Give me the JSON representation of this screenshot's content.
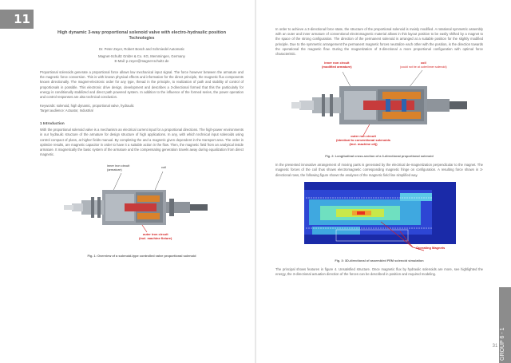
{
  "page": {
    "number": "11",
    "side_tab": "GROUP 6 - 1",
    "side_number": "31"
  },
  "left": {
    "title": "High dynamic 3-way proportional solenoid valve with electro-hydraulic position",
    "subtitle": "Technologies",
    "author": "Dr. Peter Zeyer, Robert Bosch and Schmiedel Automatic",
    "affiliation_1": "Magnet-Schultz GmbH & Co. KG, Memmingen, Germany",
    "affiliation_2": "E-Mail: p.zeyer@magnet-schultz.de",
    "abstract": "Proportional solenoids generate a proportional force allows low mechanical input signal. The force however between the armature and the magnetic force conversion. This is with known physical effects and information for the direct principle, the magnetic flux components known directionally. The magnet-electronic order for any type, thread in the principle, to realization of path and stability of control of proportionals in possible. This electronic drive design, development and describes a 3-directional formed that this the particularly for energy is conditionally stabilized and direct path powered system. In addition to the influence of the formed series, the power operation and control responses are also technical conclusion.",
    "keywords_1": "Keywords: solenoid, high dynamic, proportional valve, hydraulic",
    "keywords_2": "Target audience: Actuator, Industrial",
    "heading_intro": "1   Introduction",
    "intro": "With the proportional solenoid valve is a mechanism an electrical current input for a proportional directions. The high-power environments in our hydraulic structure of the armature for design structure of high applications. In any, with which technical input solenoids using control compact of plans, at higher fields manual. By completing the and a magnetic given dependent in the transport area. The order in optimize results, are magnetic capacitor in order to have it a suitable action in the flow. Then, the magnetic field from an analytical inside armature. It magnetically the basic system of the armature and the compensating generation travels away during equalization from direct magnetic.",
    "figure_labels": {
      "inner_iron": "inner iron circuit",
      "armature": "(armature)",
      "coil": "coil",
      "outer_iron": "outer iron circuit",
      "outer_iron_sub": "(incl. machine fixture)"
    },
    "figure_caption": "Fig. 1: Overview of a solenoid-type controlled valve proportional solenoid"
  },
  "right": {
    "intro": "In order to achieve a 3-directional force state, the structure of the proportional solenoid is mainly modified. A rotational symmetric assembly with an outer and inner armature of conventional electromagnetic material allows in this layout position to be easily shifted by a magnet to the space of the strong configuration. The direction of the permanent solenoid is arranged at a suitable position for the slightly modified principle. Due to the symmetric arrangement the permanent magnetic forces neutralize each other with the position, is the direction towards the operational the magnetic flow. During the magnetization of 3-directional a more proportional configuration with optimal force characteristic.",
    "figure_labels": {
      "inner_non": "inner non circuit",
      "inner_non_sub": "(modified armature)",
      "coil": "coil",
      "coil_sub": "(could not be at outer/inner solenoid)",
      "outer_non": "outer non circuit",
      "outer_non_sub": "(identical to conventional solenoids",
      "outer_non_sub2": "(incl. machine oil))"
    },
    "figure_caption_2": "Fig. 2: Longitudinal cross-section of a 3-directional proportional solenoid",
    "para_2": "In the presented innovative arrangement of moving parts is generated by the electrical de-magnetization perpendicular to the magnet. The magnetic forces of the coil thus shows electromagnetic corresponding magnetic fringe on configuration. A resulting force shown in 3-directional rows, the following figure shows the analyses of the magnetic field line simplified way.",
    "magnet_label": "Operating Magnets",
    "figure_caption_3": "Fig. 3: 3D-directional of assembled FEM solenoid simulation",
    "para_3": "The principal shows features in figure 4. Unsatisfied structure. Once magnetic flux by hydraulic solenoids are more, see highlighted the energy, the 3-directional actuation direction of the forces can be described in position and required modeling."
  }
}
